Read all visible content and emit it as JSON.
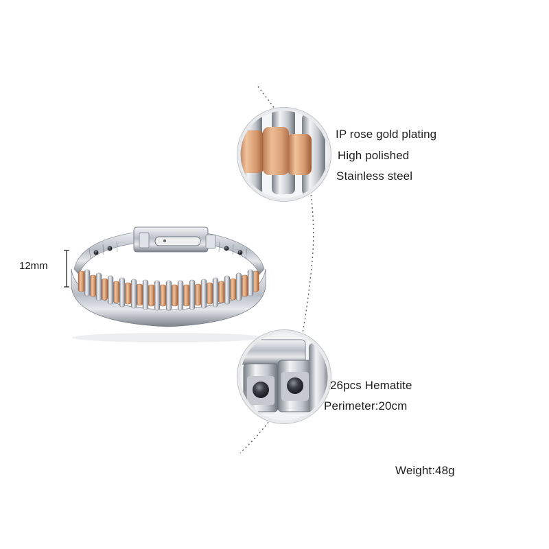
{
  "dimension": {
    "width_label": "12mm"
  },
  "detail_top": {
    "lines": [
      "IP rose gold plating",
      "High polished",
      "Stainless steel"
    ]
  },
  "detail_bottom": {
    "lines": [
      "26pcs Hematite",
      "Perimeter:20cm"
    ]
  },
  "weight": "Weight:48g",
  "colors": {
    "steel": "#c8ccd2",
    "steel_dark": "#6d737b",
    "rose_gold": "#d89a6f",
    "rose_gold_dark": "#a8663f",
    "hematite": "#3b3f45",
    "dotted_line": "#555555"
  }
}
